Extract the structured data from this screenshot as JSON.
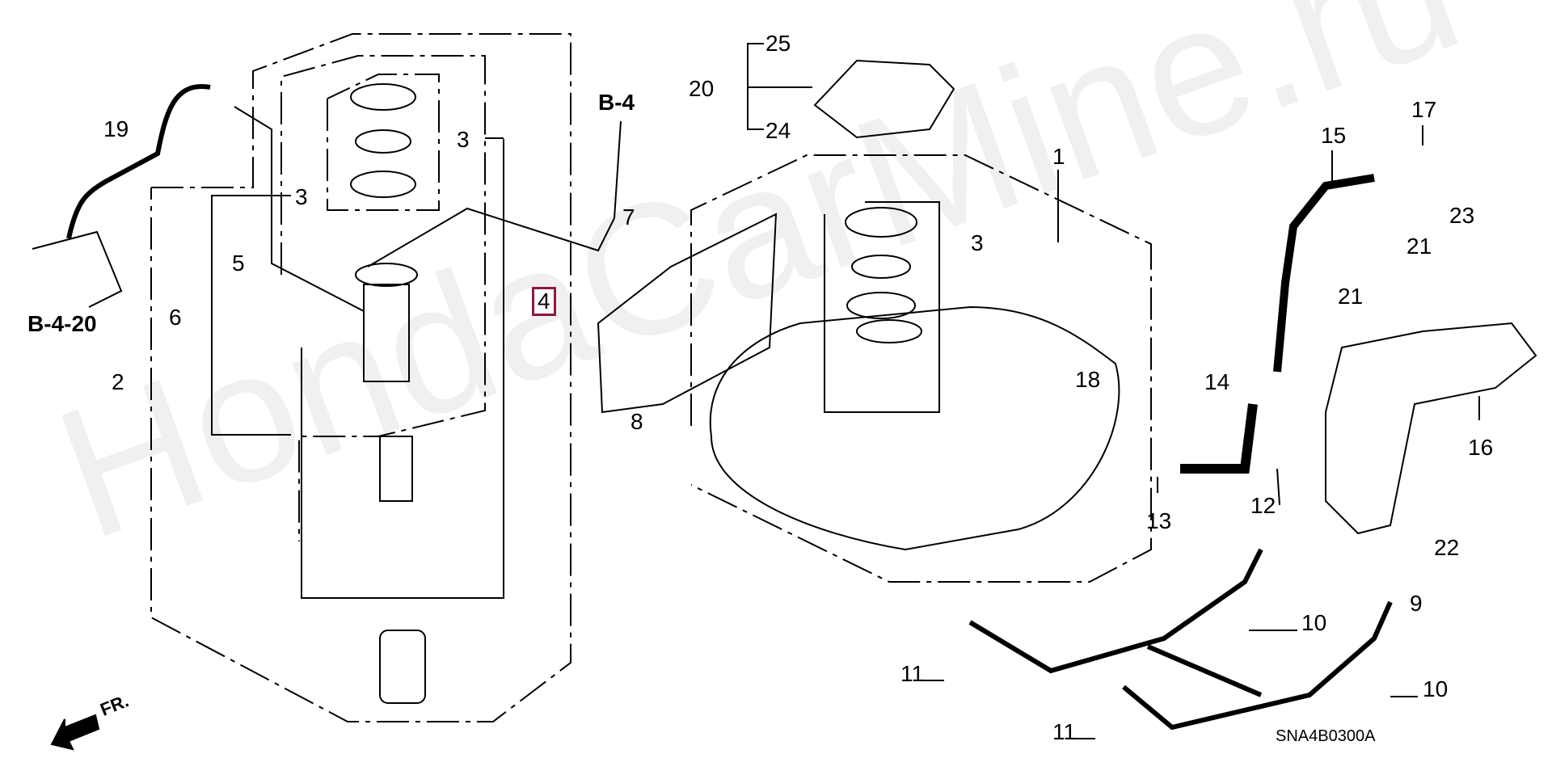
{
  "diagram": {
    "watermark": "HondaCarMine.ru",
    "diagram_code": "SNA4B0300A",
    "direction_indicator": "FR.",
    "highlight_color": "#8b1a3c",
    "references": {
      "ref_b4": "B-4",
      "ref_b420": "B-4-20"
    },
    "callouts": {
      "c1": "1",
      "c2": "2",
      "c3a": "3",
      "c3b": "3",
      "c3c": "3",
      "c4": "4",
      "c5": "5",
      "c6": "6",
      "c7": "7",
      "c8": "8",
      "c9": "9",
      "c10a": "10",
      "c10b": "10",
      "c11a": "11",
      "c11b": "11",
      "c12": "12",
      "c13": "13",
      "c14": "14",
      "c15": "15",
      "c16": "16",
      "c17": "17",
      "c18": "18",
      "c19": "19",
      "c20": "20",
      "c21a": "21",
      "c21b": "21",
      "c22": "22",
      "c23": "23",
      "c24": "24",
      "c25": "25"
    }
  }
}
